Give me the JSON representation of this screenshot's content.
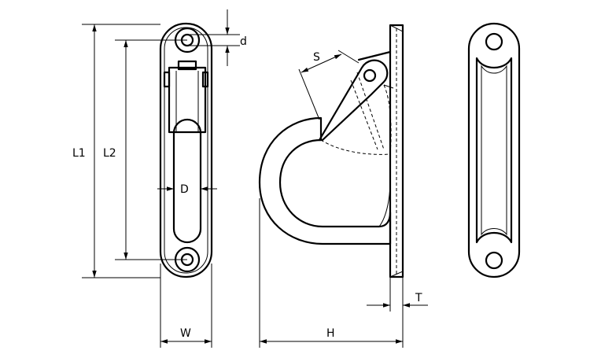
{
  "dimensions": {
    "L1": "L1",
    "L2": "L2",
    "d": "d",
    "D": "D",
    "W": "W",
    "S": "S",
    "H": "H",
    "T": "T"
  },
  "colors": {
    "line": "#000000",
    "background": "#ffffff"
  }
}
